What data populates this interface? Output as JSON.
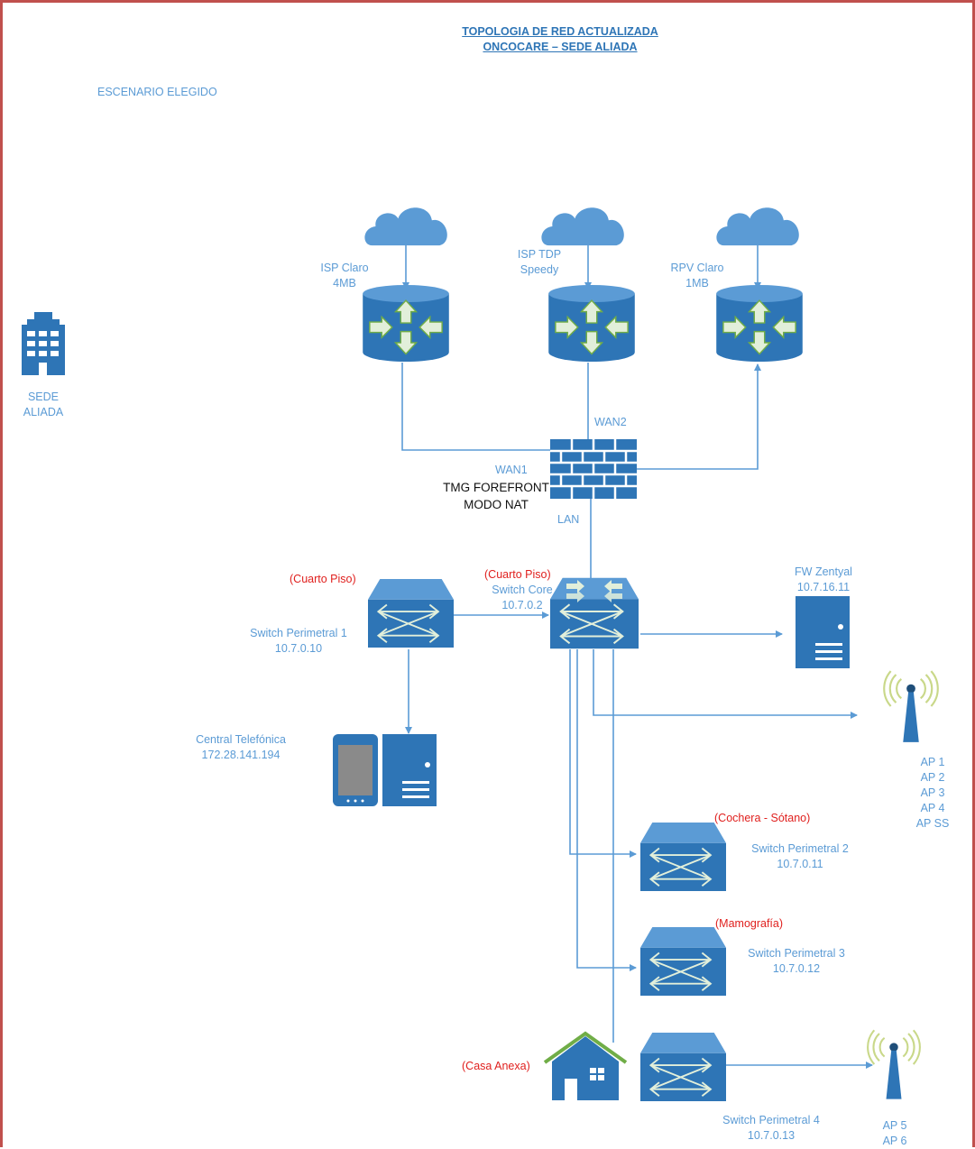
{
  "title": {
    "line1": "TOPOLOGIA DE RED ACTUALIZADA",
    "line2": "ONCOCARE – SEDE ALIADA"
  },
  "scenario": "ESCENARIO ELEGIDO",
  "site": {
    "line1": "SEDE",
    "line2": "ALIADA",
    "icon": "building-icon"
  },
  "isps": [
    {
      "name": "ISP Claro",
      "detail": "4MB",
      "icon": "cloud-icon"
    },
    {
      "name": "ISP TDP",
      "detail": "Speedy",
      "icon": "cloud-icon"
    },
    {
      "name": "RPV Claro",
      "detail": "1MB",
      "icon": "cloud-icon"
    }
  ],
  "firewall": {
    "name": "TMG FOREFRONT",
    "mode": "MODO NAT",
    "wan1": "WAN1",
    "wan2": "WAN2",
    "lan": "LAN",
    "icon": "brick-firewall-icon"
  },
  "switch_core": {
    "location": "(Cuarto Piso)",
    "name": "Switch Core",
    "ip": "10.7.0.2"
  },
  "switches": [
    {
      "location": "(Cuarto Piso)",
      "name": "Switch Perimetral 1",
      "ip": "10.7.0.10"
    },
    {
      "location": "(Cochera - Sótano)",
      "name": "Switch Perimetral 2",
      "ip": "10.7.0.11"
    },
    {
      "location": "(Mamografía)",
      "name": "Switch Perimetral 3",
      "ip": "10.7.0.12"
    },
    {
      "location": "(Casa Anexa)",
      "name": "Switch Perimetral 4",
      "ip": "10.7.0.13"
    }
  ],
  "fw_zentyal": {
    "name": "FW Zentyal",
    "ip": "10.7.16.11"
  },
  "central": {
    "name": "Central Telefónica",
    "ip": "172.28.141.194"
  },
  "ap_group_1": [
    "AP 1",
    "AP 2",
    "AP 3",
    "AP 4",
    "AP SS"
  ],
  "ap_group_2": [
    "AP 5",
    "AP 6"
  ],
  "colors": {
    "device_blue": "#4a8ec9",
    "line_blue": "#5b9bd5",
    "location_red": "#e0201e",
    "border": "#c0504d"
  }
}
